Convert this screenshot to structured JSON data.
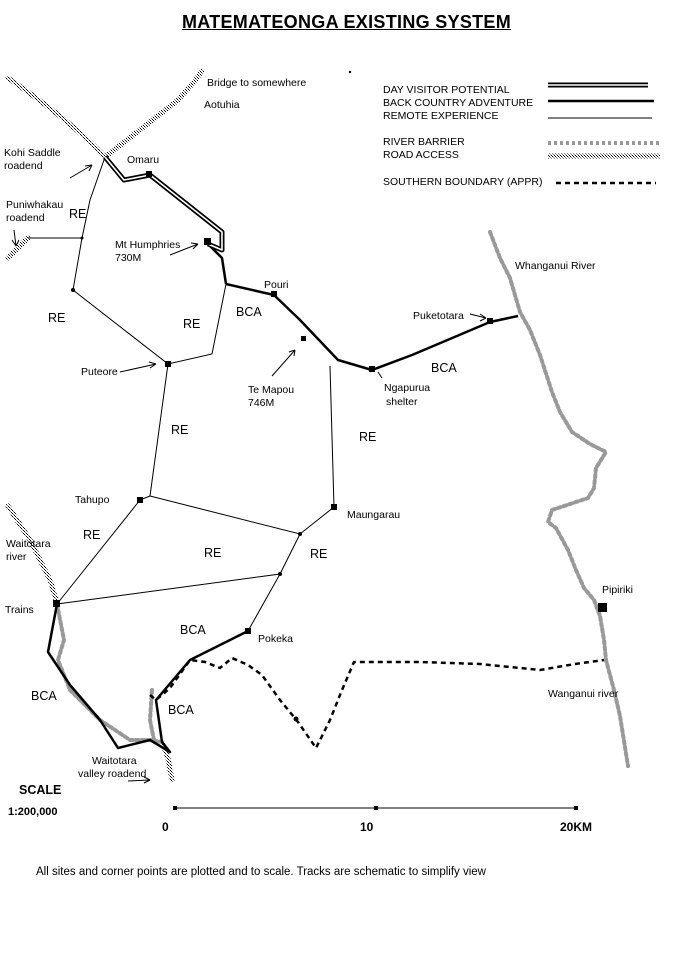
{
  "title": "MATEMATEONGA EXISTING SYSTEM",
  "legend": {
    "day_visitor": "DAY VISITOR POTENTIAL",
    "back_country": "BACK COUNTRY ADVENTURE",
    "remote": "REMOTE EXPERIENCE",
    "river_barrier": "RIVER BARRIER",
    "road_access": "ROAD ACCESS",
    "southern_boundary": "SOUTHERN BOUNDARY (APPR)"
  },
  "places": {
    "bridge": "Bridge to somewhere",
    "aotuhia": "Aotuhia",
    "kohi_1": "Kohi Saddle",
    "kohi_2": "roadend",
    "omaru": "Omaru",
    "puniwhakau_1": "Puniwhakau",
    "puniwhakau_2": "roadend",
    "humphries_1": "Mt Humphries",
    "humphries_2": "730M",
    "pouri": "Pouri",
    "whanganui_river": "Whanganui River",
    "puketotara": "Puketotara",
    "puteore": "Puteore",
    "temapou_1": "Te Mapou",
    "temapou_2": "746M",
    "ngapurua_1": "Ngapurua",
    "ngapurua_2": "shelter",
    "tahupo": "Tahupo",
    "maungarau": "Maungarau",
    "waitotara_river_1": "Waitotara",
    "waitotara_river_2": "river",
    "trains": "Trains",
    "pipiriki": "Pipiriki",
    "pokeka": "Pokeka",
    "wanganui_river": "Wanganui river",
    "waitotara_valley_1": "Waitotara",
    "waitotara_valley_2": "valley roadend"
  },
  "zones": {
    "re_1": "RE",
    "re_2": "RE",
    "re_3": "RE",
    "re_4": "RE",
    "re_5": "RE",
    "re_6": "RE",
    "re_7": "RE",
    "re_8": "RE",
    "bca_1": "BCA",
    "bca_2": "BCA",
    "bca_3": "BCA",
    "bca_4": "BCA",
    "bca_5": "BCA"
  },
  "scale": {
    "label": "SCALE",
    "ratio": "1:200,000",
    "tick_0": "0",
    "tick_10": "10",
    "tick_20": "20KM"
  },
  "note": "All sites and corner points are plotted and to scale. Tracks are schematic to simplify view"
}
